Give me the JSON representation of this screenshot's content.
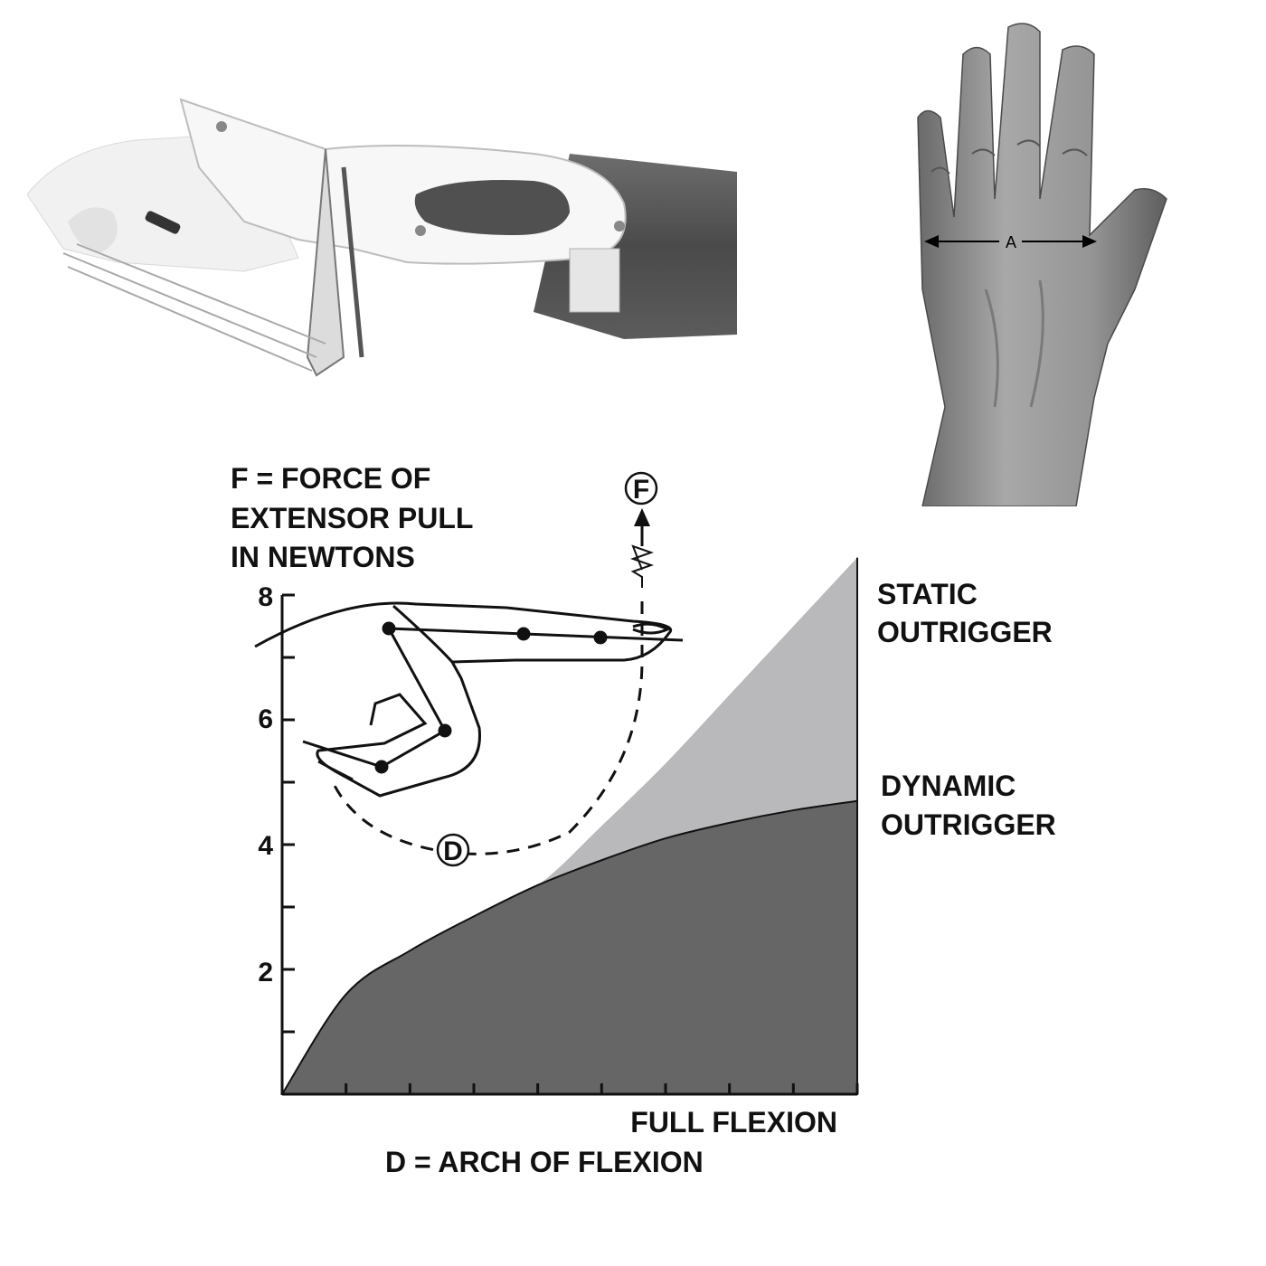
{
  "hand_photo": {
    "measure_label": "A"
  },
  "graph": {
    "y_title": [
      "F = FORCE OF",
      "EXTENSOR PULL",
      "IN NEWTONS"
    ],
    "y_ticks": [
      "8",
      "6",
      "4",
      "2"
    ],
    "x_end_label": "FULL FLEXION",
    "x_title": "D = ARCH OF FLEXION",
    "force_marker": "F",
    "arc_marker": "D",
    "legend": {
      "static": [
        "STATIC",
        "OUTRIGGER"
      ],
      "dynamic": [
        "DYNAMIC",
        "OUTRIGGER"
      ]
    }
  },
  "colors": {
    "dynamic_fill": "#666666",
    "static_fill": "#b9b9bc",
    "ink": "#111111"
  },
  "chart_data": {
    "type": "area",
    "ylim": [
      0,
      8
    ],
    "y_ticks": [
      2,
      4,
      6,
      8
    ],
    "x_tick_count": 9,
    "x_range": [
      0,
      9
    ],
    "series": [
      {
        "name": "STATIC OUTRIGGER",
        "x": [
          0,
          1,
          2,
          3,
          4,
          5,
          6,
          7,
          8,
          9
        ],
        "values": [
          0.0,
          1.6,
          2.3,
          2.85,
          3.35,
          4.3,
          5.3,
          6.4,
          7.5,
          8.6
        ]
      },
      {
        "name": "DYNAMIC OUTRIGGER",
        "x": [
          0,
          1,
          2,
          3,
          4,
          5,
          6,
          7,
          8,
          9
        ],
        "values": [
          0.0,
          1.6,
          2.3,
          2.85,
          3.35,
          3.75,
          4.1,
          4.35,
          4.55,
          4.7
        ]
      }
    ]
  }
}
